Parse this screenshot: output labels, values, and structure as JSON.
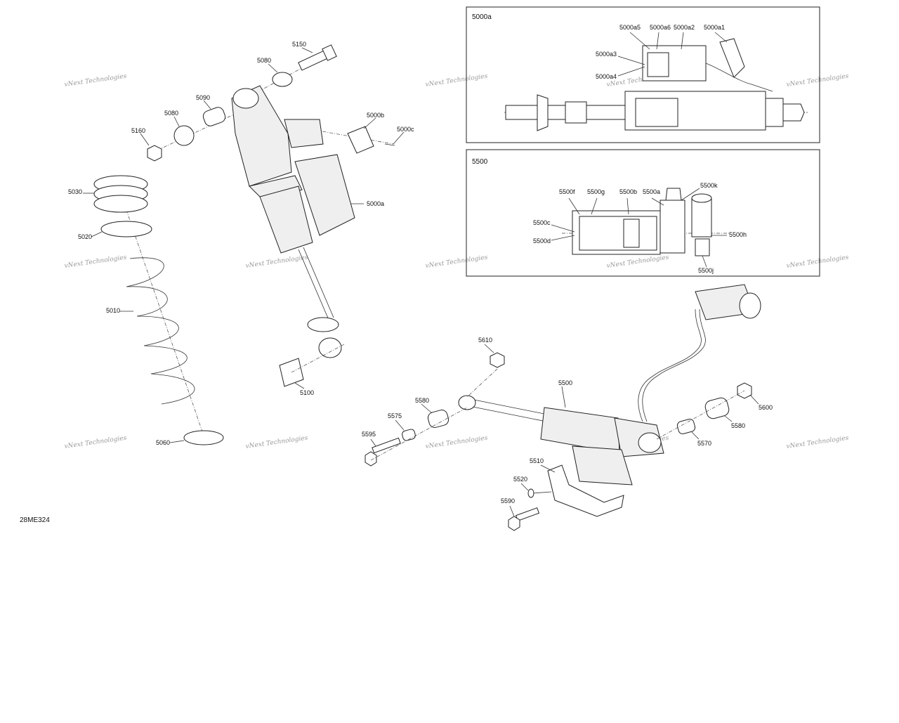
{
  "drawing_code": "28ME324",
  "watermark": "vNext Technologies",
  "detail_boxes": [
    {
      "id": "box-5000a",
      "title": "5000a"
    },
    {
      "id": "box-5500",
      "title": "5500"
    }
  ],
  "labels": {
    "l5150": "5150",
    "l5080a": "5080",
    "l5090": "5090",
    "l5080b": "5080",
    "l5160": "5160",
    "l5000b": "5000b",
    "l5000c": "5000c",
    "l5000a": "5000a",
    "l5030": "5030",
    "l5020": "5020",
    "l5010": "5010",
    "l5060": "5060",
    "l5100": "5100",
    "d5000a5": "5000a5",
    "d5000a6": "5000a6",
    "d5000a2": "5000a2",
    "d5000a1": "5000a1",
    "d5000a3": "5000a3",
    "d5000a4": "5000a4",
    "d5500f": "5500f",
    "d5500g": "5500g",
    "d5500b": "5500b",
    "d5500a": "5500a",
    "d5500k": "5500k",
    "d5500c": "5500c",
    "d5500d": "5500d",
    "d5500h": "5500h",
    "d5500j": "5500j",
    "l5610": "5610",
    "l5500": "5500",
    "l5580a": "5580",
    "l5575": "5575",
    "l5595": "5595",
    "l5600": "5600",
    "l5580b": "5580",
    "l5570": "5570",
    "l5510": "5510",
    "l5520": "5520",
    "l5590": "5590"
  }
}
